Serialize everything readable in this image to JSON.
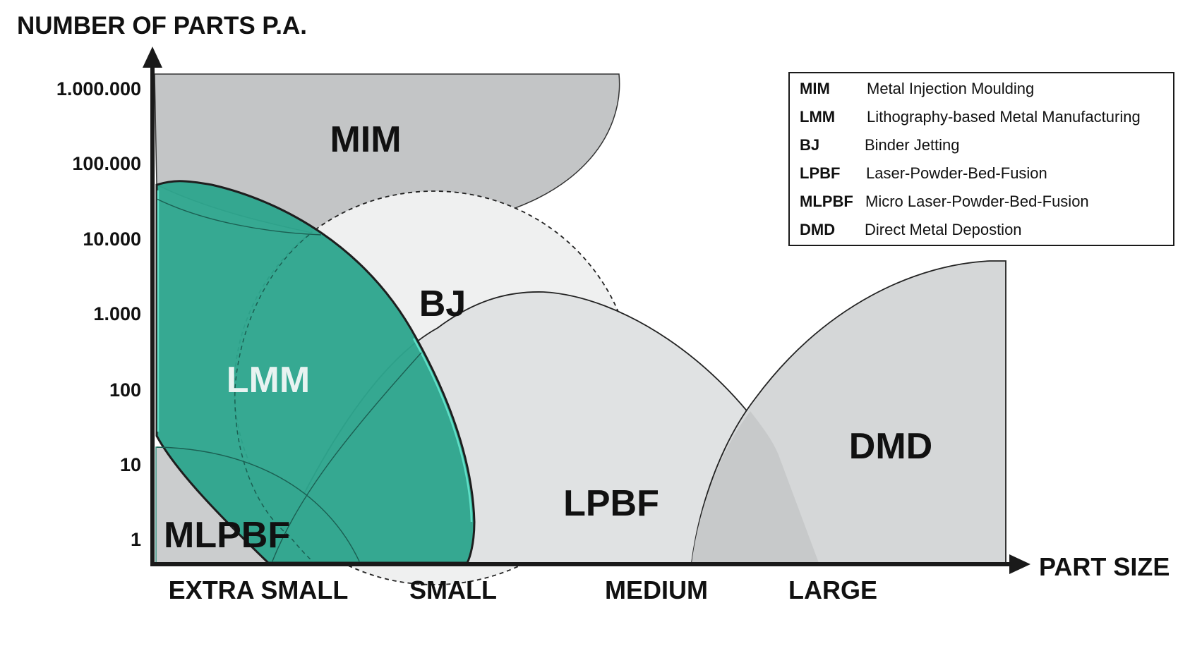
{
  "y_axis_title": "NUMBER OF PARTS P.A.",
  "x_axis_title": "PART SIZE",
  "y_ticks": [
    "1.000.000",
    "100.000",
    "10.000",
    "1.000",
    "100",
    "10",
    "1"
  ],
  "x_categories": [
    "EXTRA SMALL",
    "SMALL",
    "MEDIUM",
    "LARGE"
  ],
  "regions": {
    "mim": "MIM",
    "bj": "BJ",
    "lmm": "LMM",
    "lpbf": "LPBF",
    "dmd": "DMD",
    "mlpbf": "MLPBF"
  },
  "legend": [
    {
      "abbr": "MIM",
      "desc": "Metal Injection Moulding"
    },
    {
      "abbr": "LMM",
      "desc": "Lithography-based Metal Manufacturing"
    },
    {
      "abbr": "BJ",
      "desc": "Binder Jetting"
    },
    {
      "abbr": "LPBF",
      "desc": "Laser-Powder-Bed-Fusion"
    },
    {
      "abbr": "MLPBF",
      "desc": "Micro Laser-Powder-Bed-Fusion"
    },
    {
      "abbr": "DMD",
      "desc": "Direct Metal Depostion"
    }
  ],
  "colors": {
    "axis": "#1a1a1a",
    "mim_fill": "#c3c5c6",
    "bj_fill": "#eff0f0",
    "lpbf_fill": "#e0e2e3",
    "dmd_fill": "#d5d7d8",
    "lmm_fill": "#2ea58e",
    "lmm_highlight": "#5fe0c8",
    "mlpbf_fill": "#cbcdce"
  }
}
